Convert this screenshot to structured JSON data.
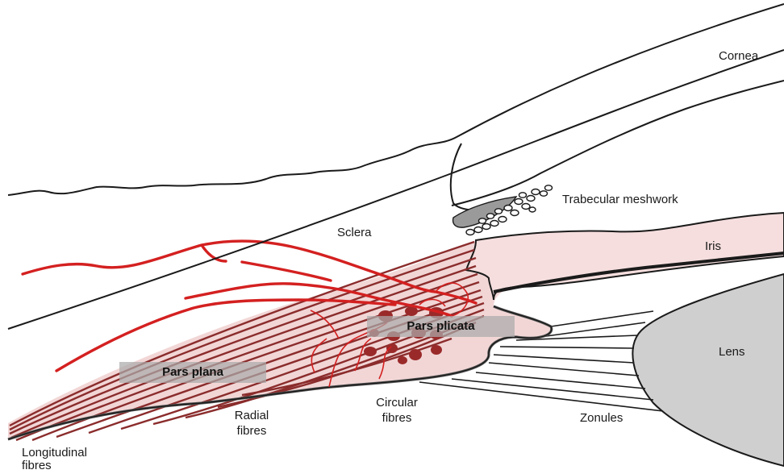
{
  "labels": {
    "cornea": "Cornea",
    "trabecular_meshwork": "Trabecular meshwork",
    "sclera": "Sclera",
    "iris": "Iris",
    "lens": "Lens",
    "pars_plicata": "Pars plicata",
    "pars_plana": "Pars plana",
    "radial_fibres_1": "Radial",
    "radial_fibres_2": "fibres",
    "circular_fibres_1": "Circular",
    "circular_fibres_2": "fibres",
    "zonules": "Zonules",
    "longitudinal_fibres_1": "Longitudinal",
    "longitudinal_fibres_2": "fibres"
  },
  "colors": {
    "outline": "#1a1a1a",
    "muscle_fill": "#f2d6d6",
    "iris_fill": "#f6dede",
    "muscle_fibre": "#8b2c2c",
    "vessel": "#d42020",
    "vessel_dark": "#9a2a2a",
    "lens_fill": "#cfcfcf",
    "meshwork_fill": "#9a9a9a",
    "tag_fill": "#aaaaaa"
  }
}
